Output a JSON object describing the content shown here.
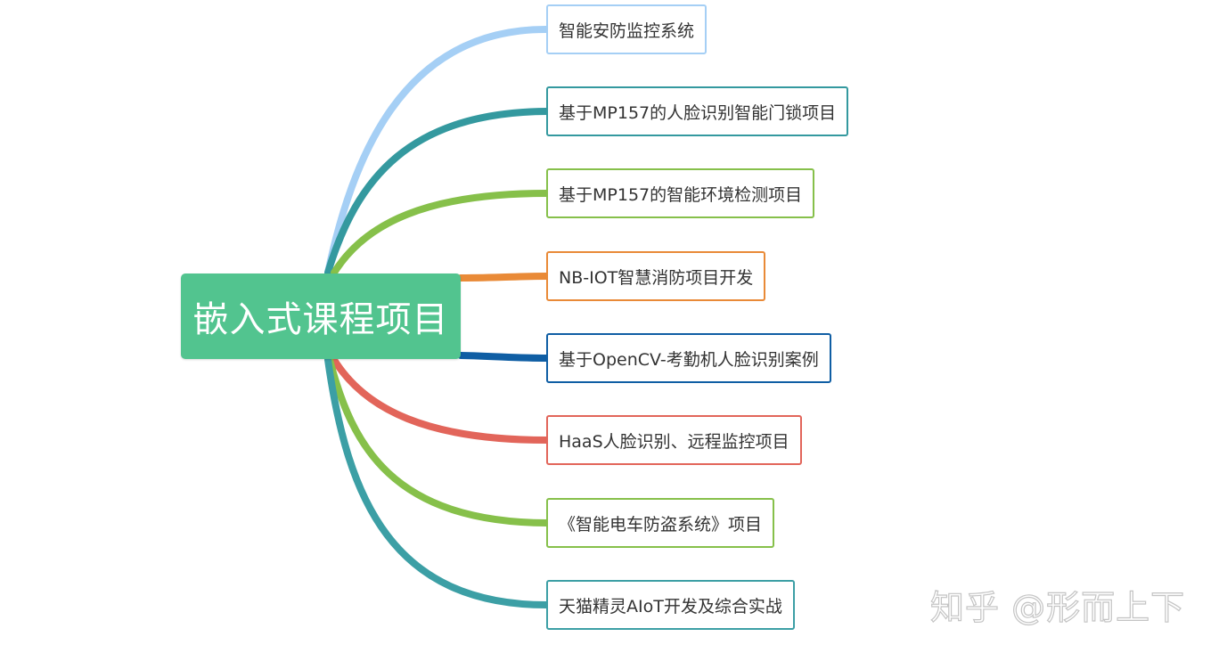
{
  "mindmap": {
    "root": {
      "label": "嵌入式课程项目",
      "color": "#52c48f"
    },
    "branches": [
      {
        "label": "智能安防监控系统",
        "color": "#a5cff5"
      },
      {
        "label": "基于MP157的人脸识别智能门锁项目",
        "color": "#34999f"
      },
      {
        "label": "基于MP157的智能环境检测项目",
        "color": "#86c04a"
      },
      {
        "label": "NB-IOT智慧消防项目开发",
        "color": "#e98a37"
      },
      {
        "label": "基于OpenCV-考勤机人脸识别案例",
        "color": "#0f5ea4"
      },
      {
        "label": "HaaS人脸识别、远程监控项目",
        "color": "#e2655a"
      },
      {
        "label": "《智能电车防盗系统》项目",
        "color": "#86c04a"
      },
      {
        "label": "天猫精灵AIoT开发及综合实战",
        "color": "#3c9fa5"
      }
    ]
  },
  "watermark": {
    "text": "知乎 @形而上下"
  }
}
